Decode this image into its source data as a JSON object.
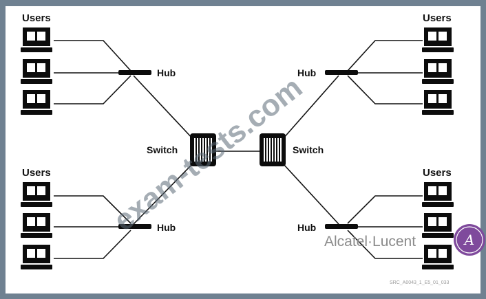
{
  "diagram": {
    "users_label": "Users",
    "hub_label": "Hub",
    "switch_label": "Switch"
  },
  "branding": {
    "company": "Alcatel·Lucent",
    "logo_letter": "A",
    "logo_color": "#7f4a9c"
  },
  "watermark": {
    "text": "exam-tests.com"
  },
  "figure_ref": "SRC_A0043_1_E5_01_033"
}
